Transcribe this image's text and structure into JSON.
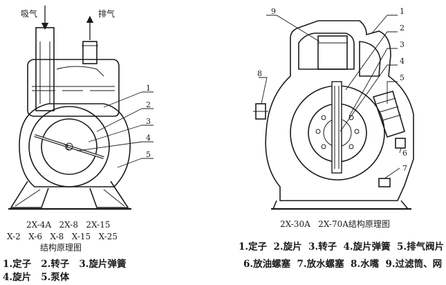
{
  "left": {
    "intake_label": "吸气",
    "exhaust_label": "排气",
    "callouts": [
      "1",
      "2",
      "3",
      "4",
      "5"
    ],
    "model_line1": "2X-4A   2X-8   2X-15",
    "model_line2": "X-2   X-6   X-8   X-15   X-25",
    "caption": "结构原理图",
    "legend_line1": "1.定子   2.转子   3.旋片弹簧",
    "legend_line2": "4.旋片   5.泵体"
  },
  "right": {
    "callouts_top": [
      "9",
      "1",
      "2",
      "3",
      "4",
      "5"
    ],
    "callouts_side": [
      "8",
      "6",
      "7"
    ],
    "caption": "2X-30A   2X-70A结构原理图",
    "legend_line1": "1.定子  2.旋片  3.转子  4.旋片弹簧  5.排气阀片",
    "legend_line2": "6.放油螺塞  7.放水螺塞  8.水嘴  9.过滤筒、网"
  }
}
